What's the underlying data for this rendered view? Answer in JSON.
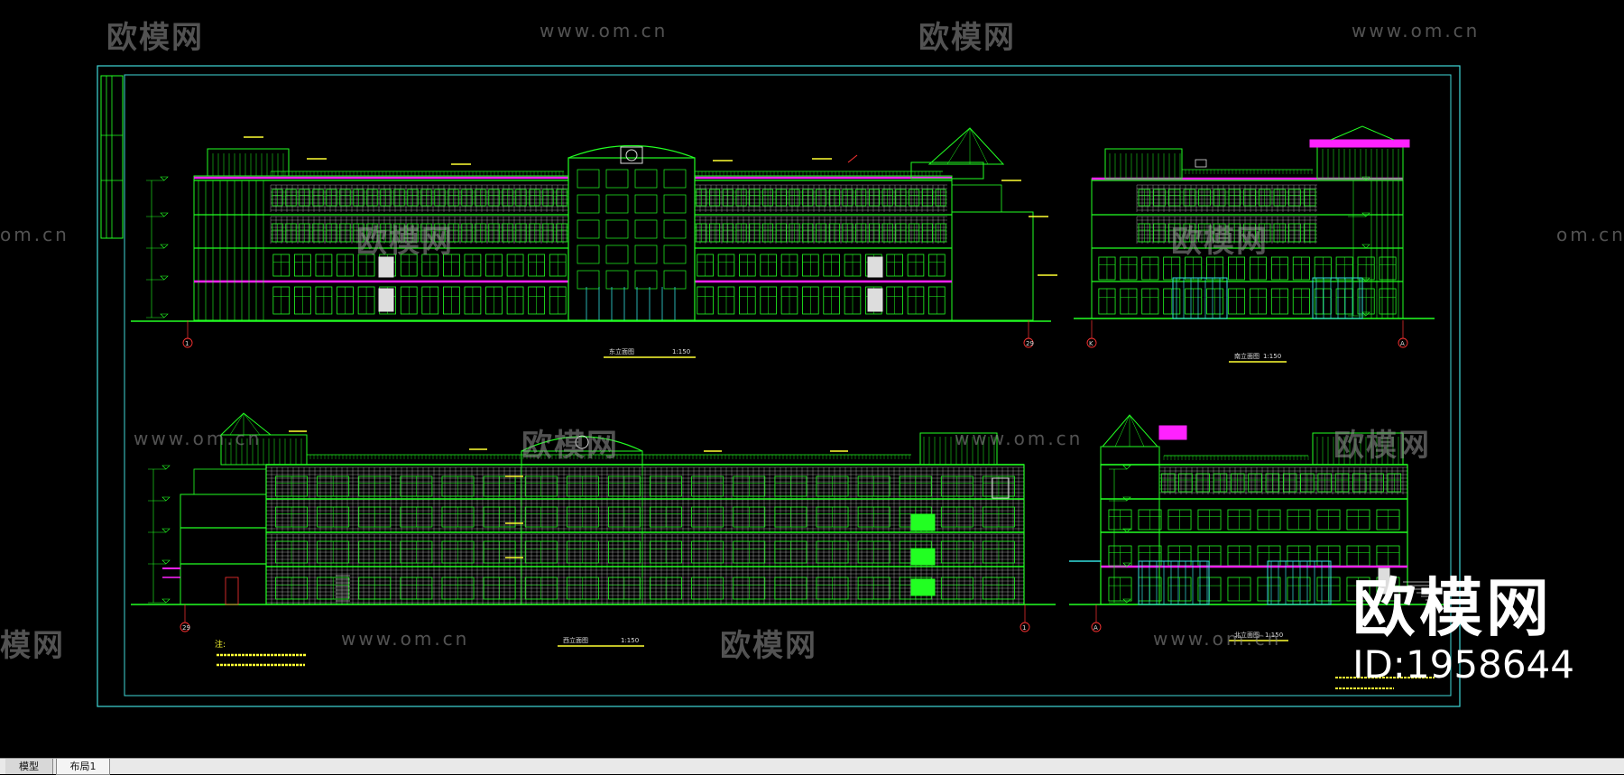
{
  "tabs": [
    {
      "label": "模型"
    },
    {
      "label": "布局1"
    }
  ],
  "watermark": {
    "logo_text": "欧模网",
    "url_text": "www.om.cn",
    "partial_url_text": "om.cn",
    "partial_logo_text": "模网"
  },
  "brand": {
    "name": "欧模网",
    "id_text": "ID:1958644"
  },
  "drawing": {
    "view_titles": [
      {
        "text": "东立面图",
        "scale": "1:150"
      },
      {
        "text": "南立面图",
        "scale": "1:150"
      },
      {
        "text": "西立面图",
        "scale": "1:150"
      },
      {
        "text": "北立面图",
        "scale": "1:150"
      }
    ],
    "axis_marks": [
      "1",
      "29",
      "K",
      "A",
      "29",
      "1",
      "A"
    ],
    "notes_title": "注:"
  },
  "colors": {
    "background": "#000000",
    "frame_cyan": "#3fd8d8",
    "line_green": "#22ff22",
    "line_magenta": "#ff22ff",
    "line_yellow": "#ffff33",
    "line_white": "#dddddd",
    "line_red": "#ff3333",
    "glass_cyan": "#33dddd"
  }
}
